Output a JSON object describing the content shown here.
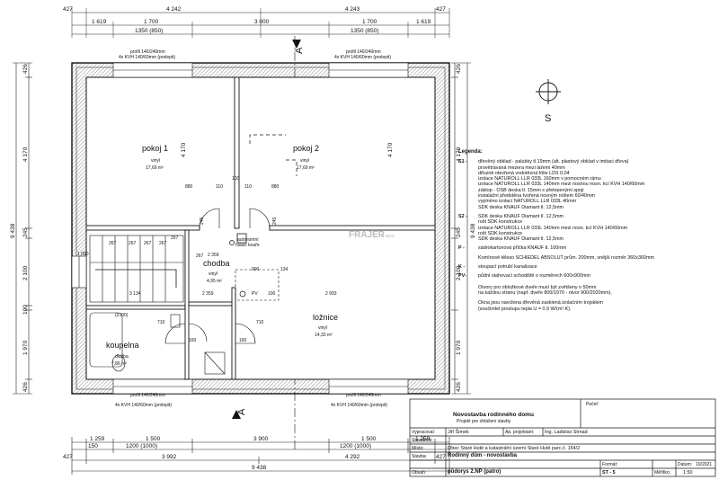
{
  "top_dims": {
    "row1": [
      "427",
      "4 242",
      "4 243",
      "427"
    ],
    "row2": [
      "1 619",
      "1 700",
      "3 000",
      "1 700",
      "1 619"
    ],
    "row3": [
      "1350 (850)",
      "1350 (850)"
    ]
  },
  "bottom_dims": {
    "row1": [
      "1 259",
      "1 500",
      "3 900",
      "1 500",
      "1 259"
    ],
    "row2": [
      "150",
      "1200 (1000)",
      "1200 (1000)"
    ],
    "row3": [
      "427",
      "3 992",
      "4 292",
      "427"
    ],
    "total": "9 438"
  },
  "left_dims": [
    "426",
    "4 170",
    "245",
    "2 100",
    "100",
    "1 970",
    "426"
  ],
  "left_total": "9 438",
  "right_dims": [
    "426",
    "4 170",
    "245",
    "2 100",
    "1 970",
    "426"
  ],
  "right_total": "9 438",
  "lintel_labels": {
    "top_left": [
      "profil 140/240mm",
      "4x KVH 140/60mm (prolepit)"
    ],
    "top_right": [
      "profil 140/240mm",
      "4x KVH 140/60mm (prolepit)"
    ],
    "bottom_left": [
      "profil 140/240mm",
      "4x KVH 140/60mm (prolepit)"
    ],
    "bottom_right": [
      "profil 140/240mm",
      "4x KVH 140/60mm (prolepit)"
    ]
  },
  "section_marks": {
    "top": "A'",
    "bottom": "A"
  },
  "rooms": {
    "pokoj1": {
      "name": "pokoj 1",
      "material": "vinyl",
      "area": "17,69 m²"
    },
    "pokoj2": {
      "name": "pokoj 2",
      "material": "vinyl",
      "area": "17,69 m²"
    },
    "chodba": {
      "name": "chodba",
      "material": "vinyl",
      "area": "4,95 m²"
    },
    "loznice": {
      "name": "ložnice",
      "material": "vinyl",
      "area": "14,33 m²"
    },
    "koupelna": {
      "name": "koupelna",
      "material": "dlažba",
      "area": "7,86 m²"
    }
  },
  "inner_dims": {
    "room_height": "4 170",
    "v1": "880",
    "v2": "110",
    "v3": "100",
    "v4": "110",
    "v5": "880",
    "d2359a": "2 359",
    "d2359b": "2 359",
    "d267a": "267",
    "d267b": "267",
    "d267c": "267",
    "d267d": "267",
    "d267e": "267",
    "d257": "257",
    "d1000": "1 000",
    "d900": "900",
    "d134": "134",
    "d3134": "3 134",
    "d2993": "2 993",
    "d2100": "(2100)",
    "d160a": "160",
    "d160b": "160",
    "d710": "710",
    "d710b": "710",
    "d100": "100",
    "pv": "PV",
    "d245": "245",
    "d245b": "245"
  },
  "fire_alarm": [
    "autonomní",
    "hlásič kouře"
  ],
  "watermark": "FRAJER",
  "watermark_sub": "& spol.",
  "north_label": "S",
  "legend": {
    "title": "Legenda:",
    "items": [
      {
        "key": "S1 -",
        "lines": [
          "dřevěný obklad - palubky tl.19mm (alt. plastový obklad v imitaci dřeva)",
          "provětrávaná mezera mezi laťemi 40mm",
          "difuzně otevřená vodotěsná fólie LDS 0,04",
          "izolace NATUROLL LLR 033L 160mm v pomocném rámu",
          "izolace NATUROLL LLR 033L 140mm mezi nosnou nosn. kcí KVH 140/60mm",
          "záklop - OSB deska tl. 15mm s přelepenými spoji",
          "instalační předstěna tvořená nosným roštem 60/40mm",
          "vyplněno izolací NATUROLL LLR 033L 40mm",
          "SDK deska KNAUF Diamant tl. 12,5mm"
        ]
      },
      {
        "key": "S2 -",
        "lines": [
          "SDK deska KNAUF Diamant tl. 12,5mm",
          "rošt SDK konstrukce",
          "izolace NATUROLL LLR 033L 140mm mezi nosn. kcí KVH 140/60mm",
          "rošt SDK konstrukce",
          "SDK deska KNAUF Diamant tl. 12,5mm"
        ]
      },
      {
        "key": "P -",
        "lines": [
          "sádrokartonová příčka KNAUF tl. 100mm"
        ]
      },
      {
        "key": "",
        "lines": [
          "Komínové těleso SCHIEDEL ABSOLUT prům. 200mm, vnější rozměr 360x360mm"
        ]
      },
      {
        "key": "K -",
        "lines": [
          "stoupací potrubí kanalizace"
        ]
      },
      {
        "key": "PV-",
        "lines": [
          "půdní stahovací schodiště o rozměrech 600x900mm"
        ]
      }
    ],
    "notes": [
      "Otvory pro obložkové dveře musí být zvětšeny o 50mm",
      "na každou stranu (např. dveře 800/1970 - otvor 900/2020mm).",
      "Okna jsou navržena dřevěná zasklená izolačním trojsklem",
      "(součinitel prostupu tepla U = 0,9 W/(m².K)."
    ]
  },
  "title_block": {
    "project": "Novostavba rodinného domu",
    "project_sub": "Projekt pro ohlášení stavby",
    "pec_label": "Pečeť:",
    "vypracoval_label": "Vypracoval:",
    "vypracoval": "Jiří Šimek",
    "projektant_label": "Ap. projektant:",
    "projektant": "Ing. Ladislav Strnad",
    "stavebnik_label": "Stavebník:",
    "misto_label": "Místo:",
    "misto": "Obec Staré Hutě a katastrální území Staré Hutě parc.č. 154/2",
    "stavba_label": "Stavba:",
    "stavba": "Rodinný dům - novostavba",
    "obsah_label": "Obsah:",
    "obsah": "půdorys 2.NP (patro)",
    "format_label": "Formát:",
    "format": "",
    "datum_label": "Datum:",
    "datum": "10/2021",
    "cislo_label": "ST - 5",
    "meritko_label": "Měřítko:",
    "meritko": "1:50"
  }
}
